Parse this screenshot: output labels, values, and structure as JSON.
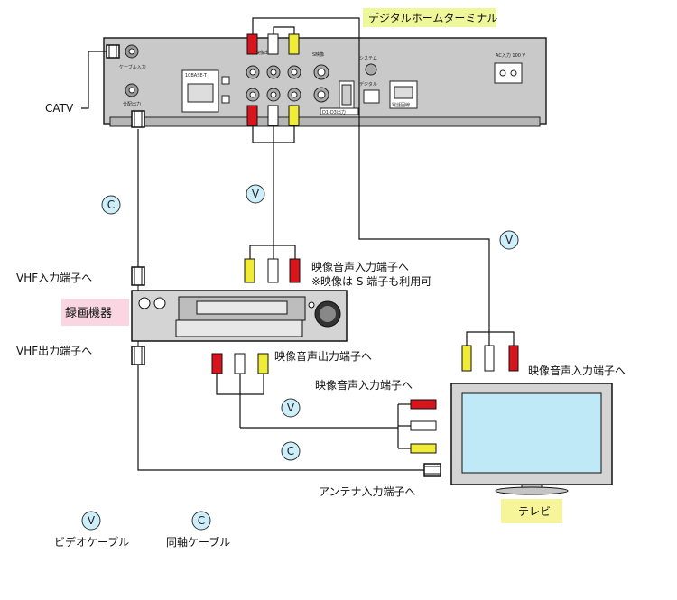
{
  "labels": {
    "terminal": "デジタルホームターミナル",
    "catv": "CATV",
    "cable_v": "V",
    "cable_c": "C",
    "vhf_in": "VHF入力端子へ",
    "recorder": "録画機器",
    "vhf_out": "VHF出力端子へ",
    "av_in_recorder_1": "映像音声入力端子へ",
    "av_in_recorder_2": "※映像は S 端子も利用可",
    "av_out_recorder": "映像音声出力端子へ",
    "av_in_tv_left": "映像音声入力端子へ",
    "av_in_tv_right": "映像音声入力端子へ",
    "antenna_in": "アンテナ入力端子へ",
    "tv": "テレビ",
    "legend_video": "ビデオケーブル",
    "legend_coax": "同軸ケーブル"
  },
  "terminal_panel": {
    "cable_in": "ケーブル入力",
    "split_out": "分配出力",
    "lan": "10BASE-T",
    "video_out": "映像出力",
    "s_video": "S映像",
    "d1": "D1-D3出力",
    "system": "システム",
    "digital": "デジタル",
    "phone": "電話回線",
    "ac_in": "AC入力 100 V"
  },
  "colors": {
    "yellow_plug": "#f0ec36",
    "red_plug": "#d8141c",
    "white_plug": "#ffffff",
    "label_green": "#eef79a",
    "label_pink": "#f9d6e2",
    "label_yellow": "#f7f59a",
    "circle_fill": "#cdeefb",
    "tv_screen": "#bfe9f6"
  }
}
